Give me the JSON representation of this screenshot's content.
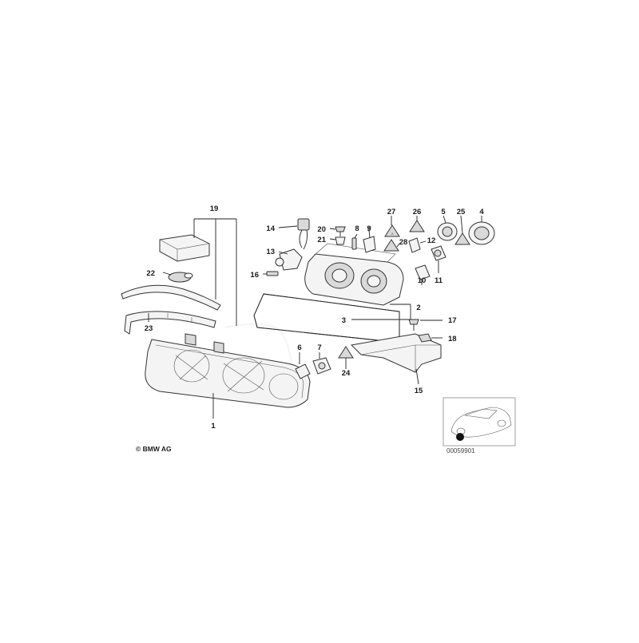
{
  "diagram": {
    "callouts": [
      "1",
      "2",
      "3",
      "4",
      "5",
      "6",
      "7",
      "8",
      "9",
      "10",
      "11",
      "12",
      "13",
      "14",
      "15",
      "16",
      "17",
      "18",
      "19",
      "20",
      "21",
      "22",
      "23",
      "24",
      "25",
      "26",
      "27",
      "28"
    ],
    "copyright": "© BMW AG",
    "reference_number": "00059901"
  },
  "colors": {
    "ink": "#222222",
    "part_fill": "#f4f4f4",
    "shade": "#d9d9d9",
    "background": "#ffffff"
  }
}
